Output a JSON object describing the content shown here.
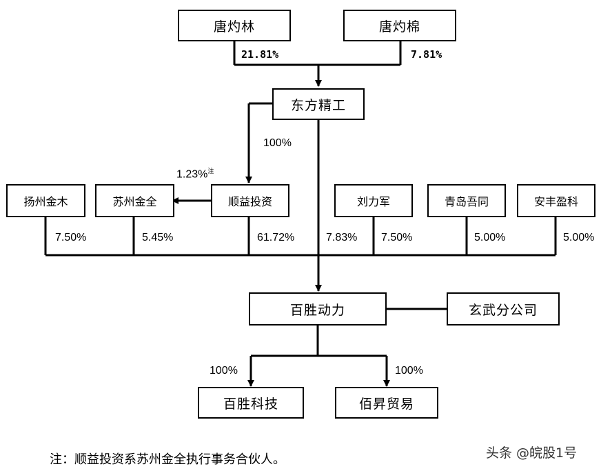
{
  "entities": {
    "tang_zhuolin": "唐灼林",
    "tang_zhuomian": "唐灼棉",
    "dongfang_jinggong": "东方精工",
    "yangzhou_jinmu": "扬州金木",
    "suzhou_jinquan": "苏州金全",
    "shunyi_touzi": "顺益投资",
    "liu_lijun": "刘力军",
    "qingdao_wutong": "青岛吾同",
    "anfeng_yingke": "安丰盈科",
    "baisheng_dongli": "百胜动力",
    "xuanwu_fengongsi": "玄武分公司",
    "baisheng_keji": "百胜科技",
    "baisheng_maoyi": "佰昇贸易"
  },
  "percentages": {
    "tang_zhuolin_to_dongfang": "21.81%",
    "tang_zhuomian_to_dongfang": "7.81%",
    "dongfang_to_shunyi": "100%",
    "shunyi_to_suzhou": "1.23%",
    "shunyi_to_suzhou_note_mark": "注",
    "yangzhou_jinmu_stake": "7.50%",
    "suzhou_jinquan_stake": "5.45%",
    "shunyi_touzi_stake": "61.72%",
    "dongfang_stake": "7.83%",
    "liu_lijun_stake": "7.50%",
    "qingdao_wutong_stake": "5.00%",
    "anfeng_yingke_stake": "5.00%",
    "baisheng_to_keji": "100%",
    "baisheng_to_maoyi": "100%"
  },
  "note": "注：顺益投资系苏州金全执行事务合伙人。",
  "watermark": "头条 @皖股1号"
}
